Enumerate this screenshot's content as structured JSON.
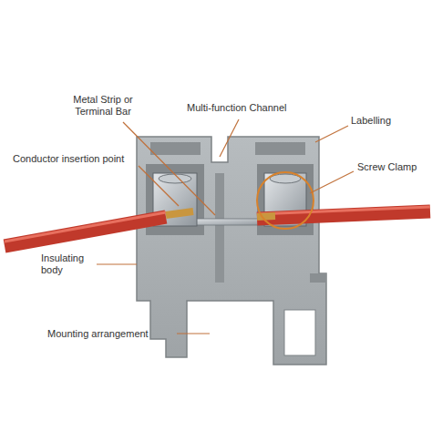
{
  "diagram": {
    "labels": [
      "Metal Strip or Terminal Bar",
      "Multi-function Channel",
      "Labelling",
      "Conductor insertion point",
      "Screw Clamp",
      "Insulating body",
      "Mounting arrangement"
    ]
  }
}
